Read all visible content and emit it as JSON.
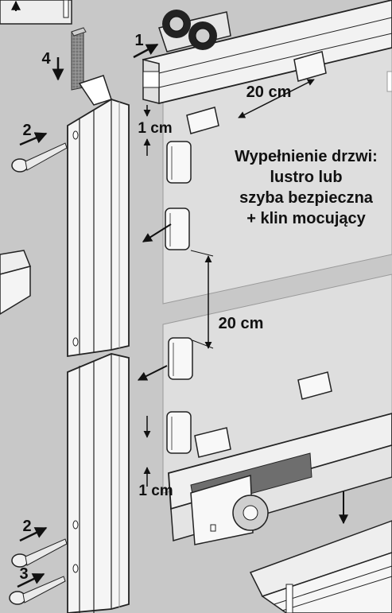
{
  "diagram": {
    "panel_text": {
      "line1": "Wypełnienie drzwi:",
      "line2": "lustro lub",
      "line3": "szyba bezpieczna",
      "line4": "+ klin mocujący"
    },
    "dimensions": {
      "top_spacing": "20 cm",
      "middle_spacing": "20 cm",
      "top_offset": "1 cm",
      "bottom_offset": "1 cm"
    },
    "steps": {
      "s1": "1",
      "s2_top": "2",
      "s2_bottom": "2",
      "s3": "3",
      "s4": "4"
    },
    "colors": {
      "background": "#c8c8c8",
      "panel": "#dedede",
      "profile": "#f2f2f2",
      "outline": "#222222",
      "felt": "#8a8a8a"
    }
  }
}
